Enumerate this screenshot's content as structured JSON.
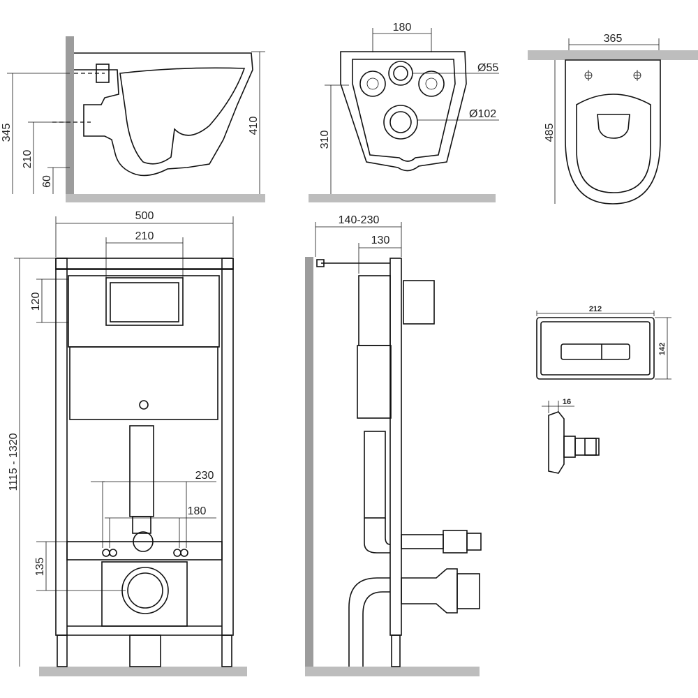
{
  "views": {
    "side_bowl": {
      "d345": "345",
      "d210": "210",
      "d60": "60",
      "d410": "410"
    },
    "rear_bowl": {
      "d180": "180",
      "d55": "Ø55",
      "d102": "Ø102",
      "d310": "310"
    },
    "top_bowl": {
      "d365": "365",
      "d485": "485"
    },
    "frame_front": {
      "d500": "500",
      "d210": "210",
      "d120": "120",
      "d230": "230",
      "d180": "180",
      "d135": "135",
      "d1115": "1115 - 1320"
    },
    "frame_side": {
      "d140": "140-230",
      "d130": "130"
    },
    "button": {
      "d212": "212",
      "d142": "142",
      "d16": "16"
    }
  }
}
